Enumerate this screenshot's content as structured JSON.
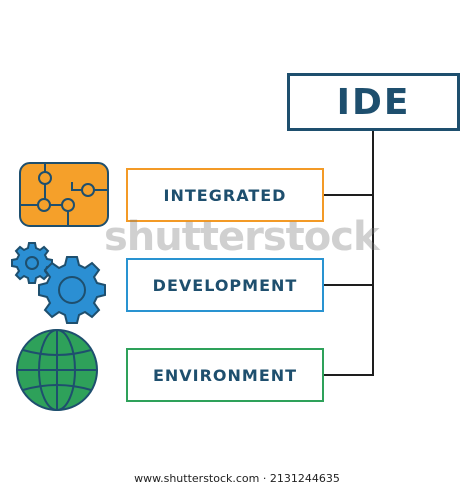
{
  "title": "IDE",
  "terms": [
    "INTEGRATED",
    "DEVELOPMENT",
    "ENVIRONMENT"
  ],
  "watermark": "shutterstock",
  "footer": "www.shutterstock.com · 2131244635",
  "colors": {
    "navy": "#1e4f6e",
    "orange": "#f39a26",
    "blue": "#2993d1",
    "green": "#2ea15a"
  },
  "icons": [
    "circuit-chip-icon",
    "gears-icon",
    "globe-icon"
  ]
}
